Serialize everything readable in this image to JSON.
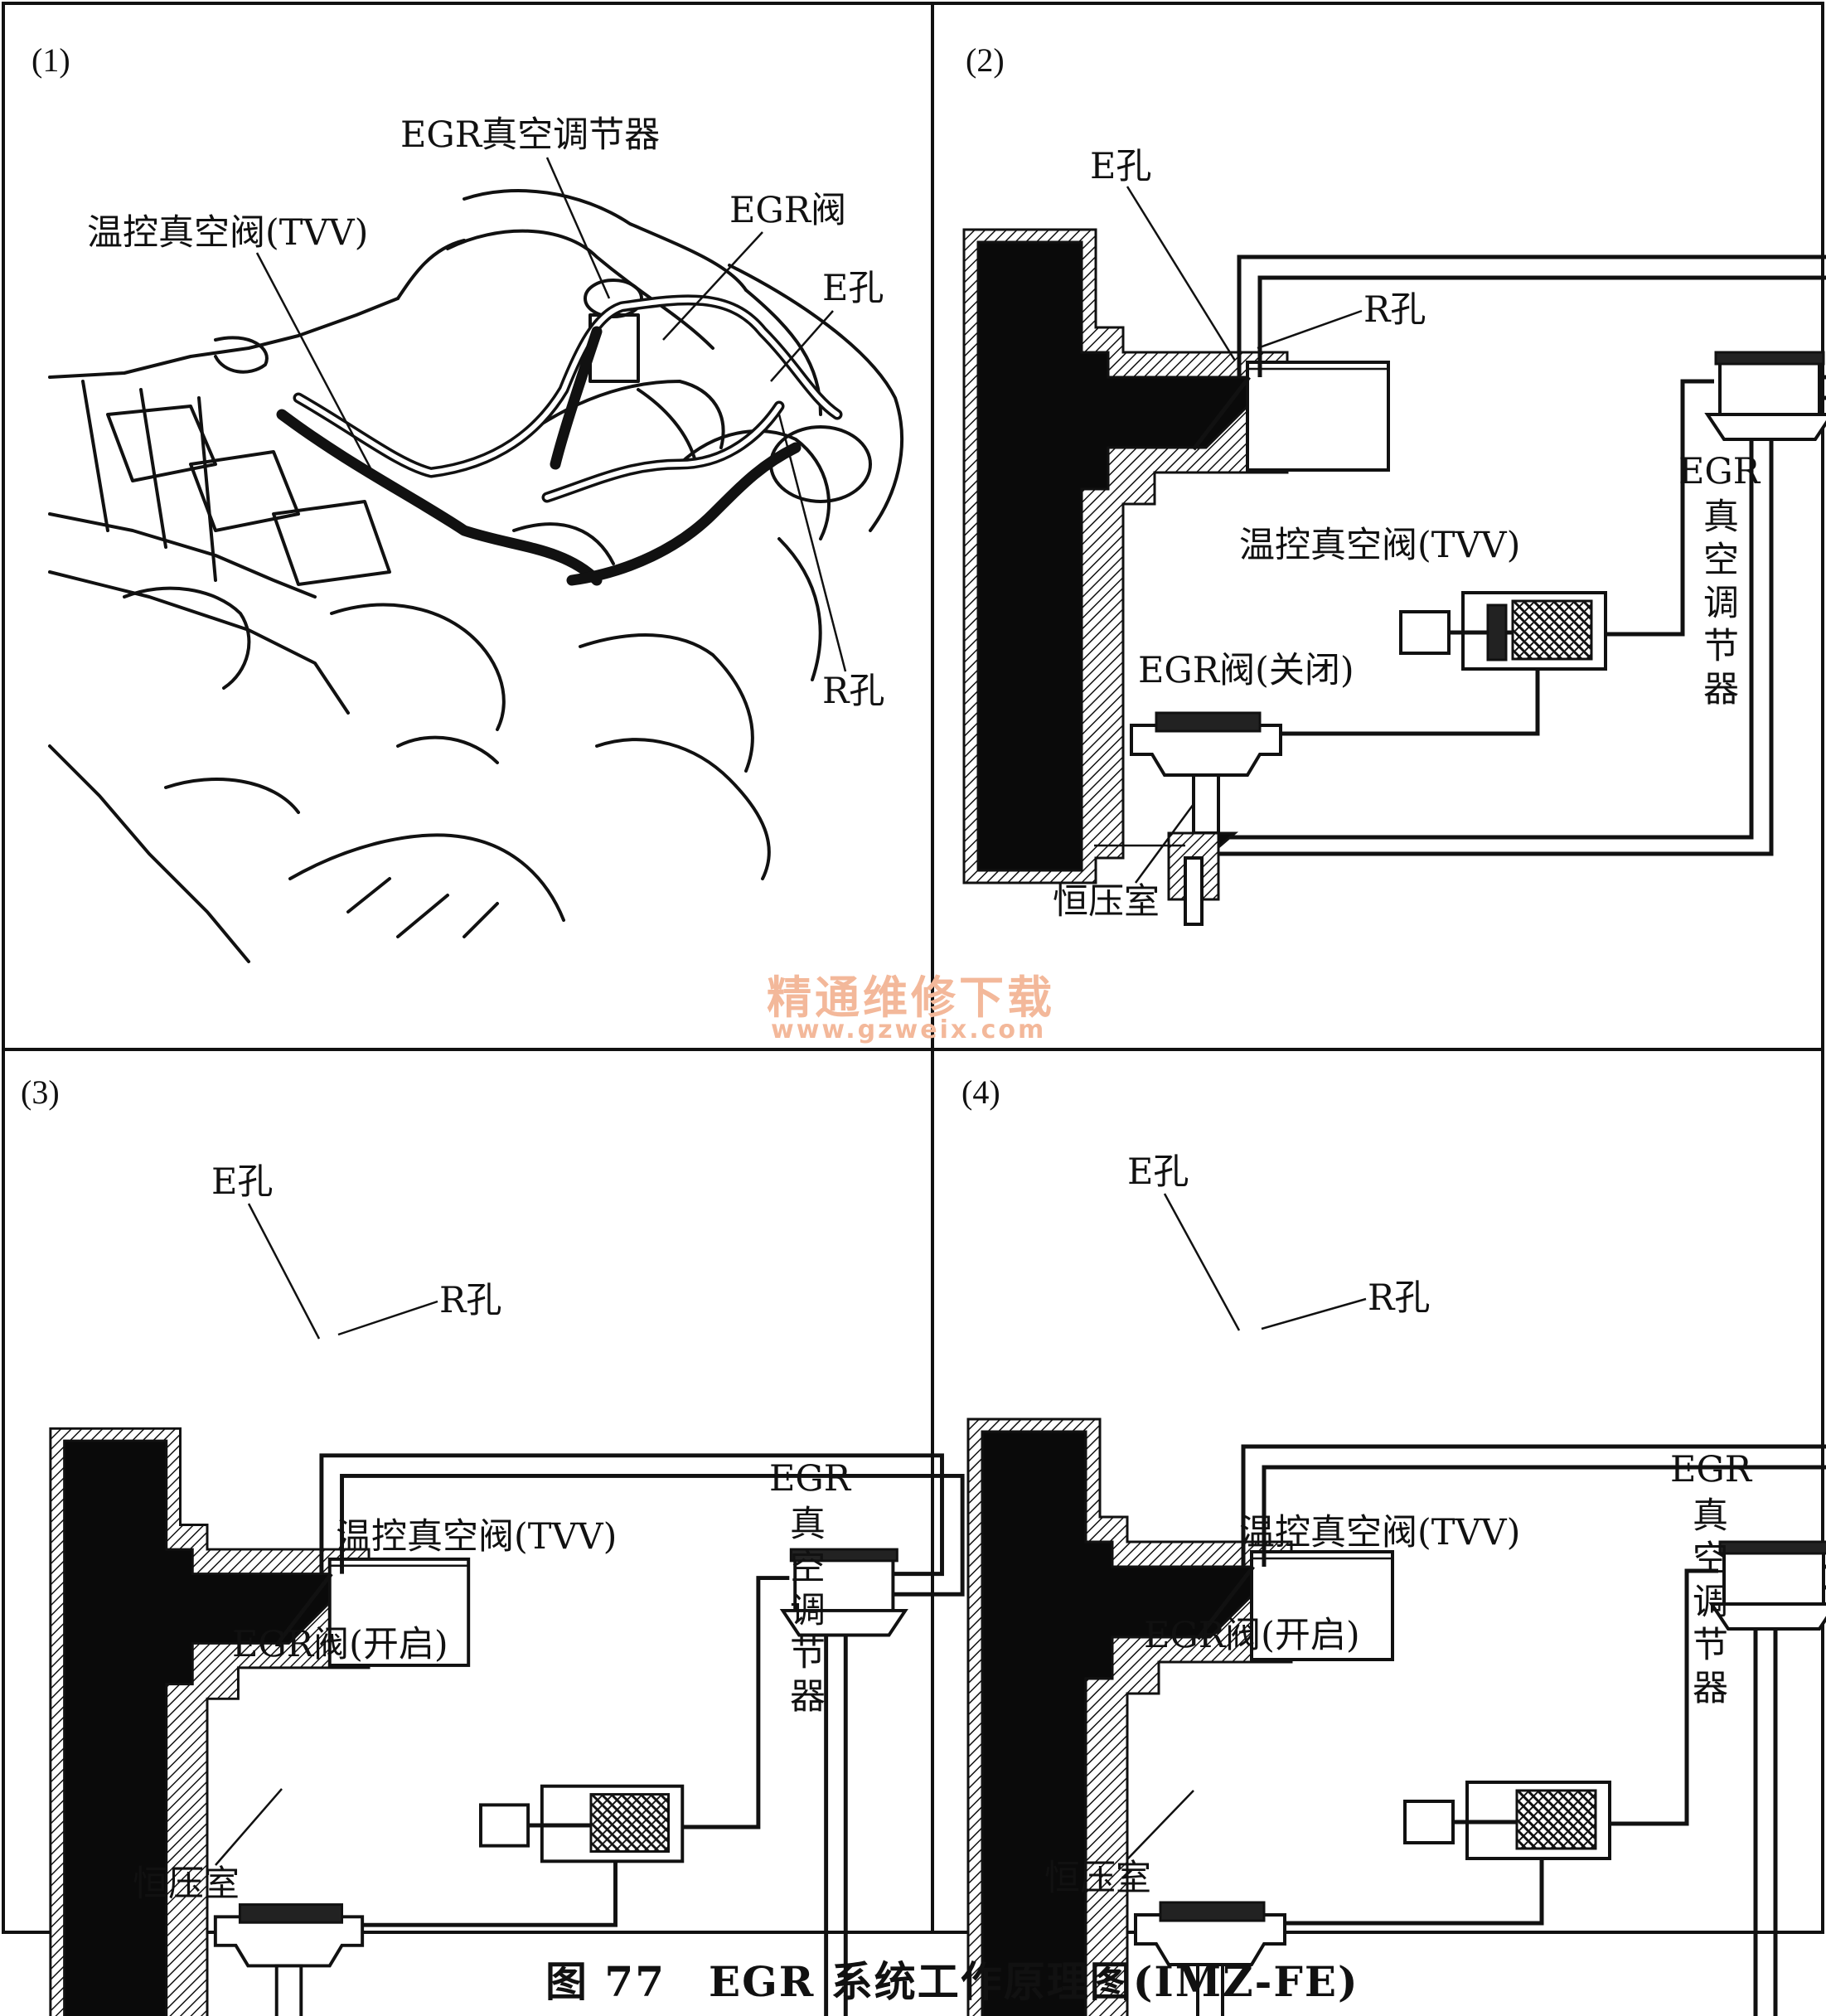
{
  "figure": {
    "caption": "图 77　EGR 系统工作原理图(IMZ-FE)"
  },
  "watermark": {
    "line1": "精通维修下载",
    "line2": "www.gzweix.com",
    "color": "#f3b89a"
  },
  "panel1": {
    "number": "(1)",
    "egr_vacuum_modulator": "EGR真空调节器",
    "tvv": "温控真空阀(TVV)",
    "egr_valve": "EGR阀",
    "e_port": "E孔",
    "r_port": "R孔"
  },
  "panel2": {
    "number": "(2)",
    "e_port": "E孔",
    "r_port": "R孔",
    "modulator": [
      "EGR",
      "真",
      "空",
      "调",
      "节",
      "器"
    ],
    "tvv": "温控真空阀(TVV)",
    "egr_valve": "EGR阀(关闭)",
    "constant_pressure_chamber": "恒压室"
  },
  "panel3": {
    "number": "(3)",
    "e_port": "E孔",
    "r_port": "R孔",
    "modulator": [
      "EGR",
      "真",
      "空",
      "调",
      "节",
      "器"
    ],
    "tvv": "温控真空阀(TVV)",
    "egr_valve": "EGR阀(开启)",
    "constant_pressure_chamber": "恒压室"
  },
  "panel4": {
    "number": "(4)",
    "e_port": "E孔",
    "r_port": "R孔",
    "modulator": [
      "EGR",
      "真",
      "空",
      "调",
      "节",
      "器"
    ],
    "tvv": "温控真空阀(TVV)",
    "egr_valve": "EGR阀(开启)",
    "constant_pressure_chamber": "恒压室"
  }
}
